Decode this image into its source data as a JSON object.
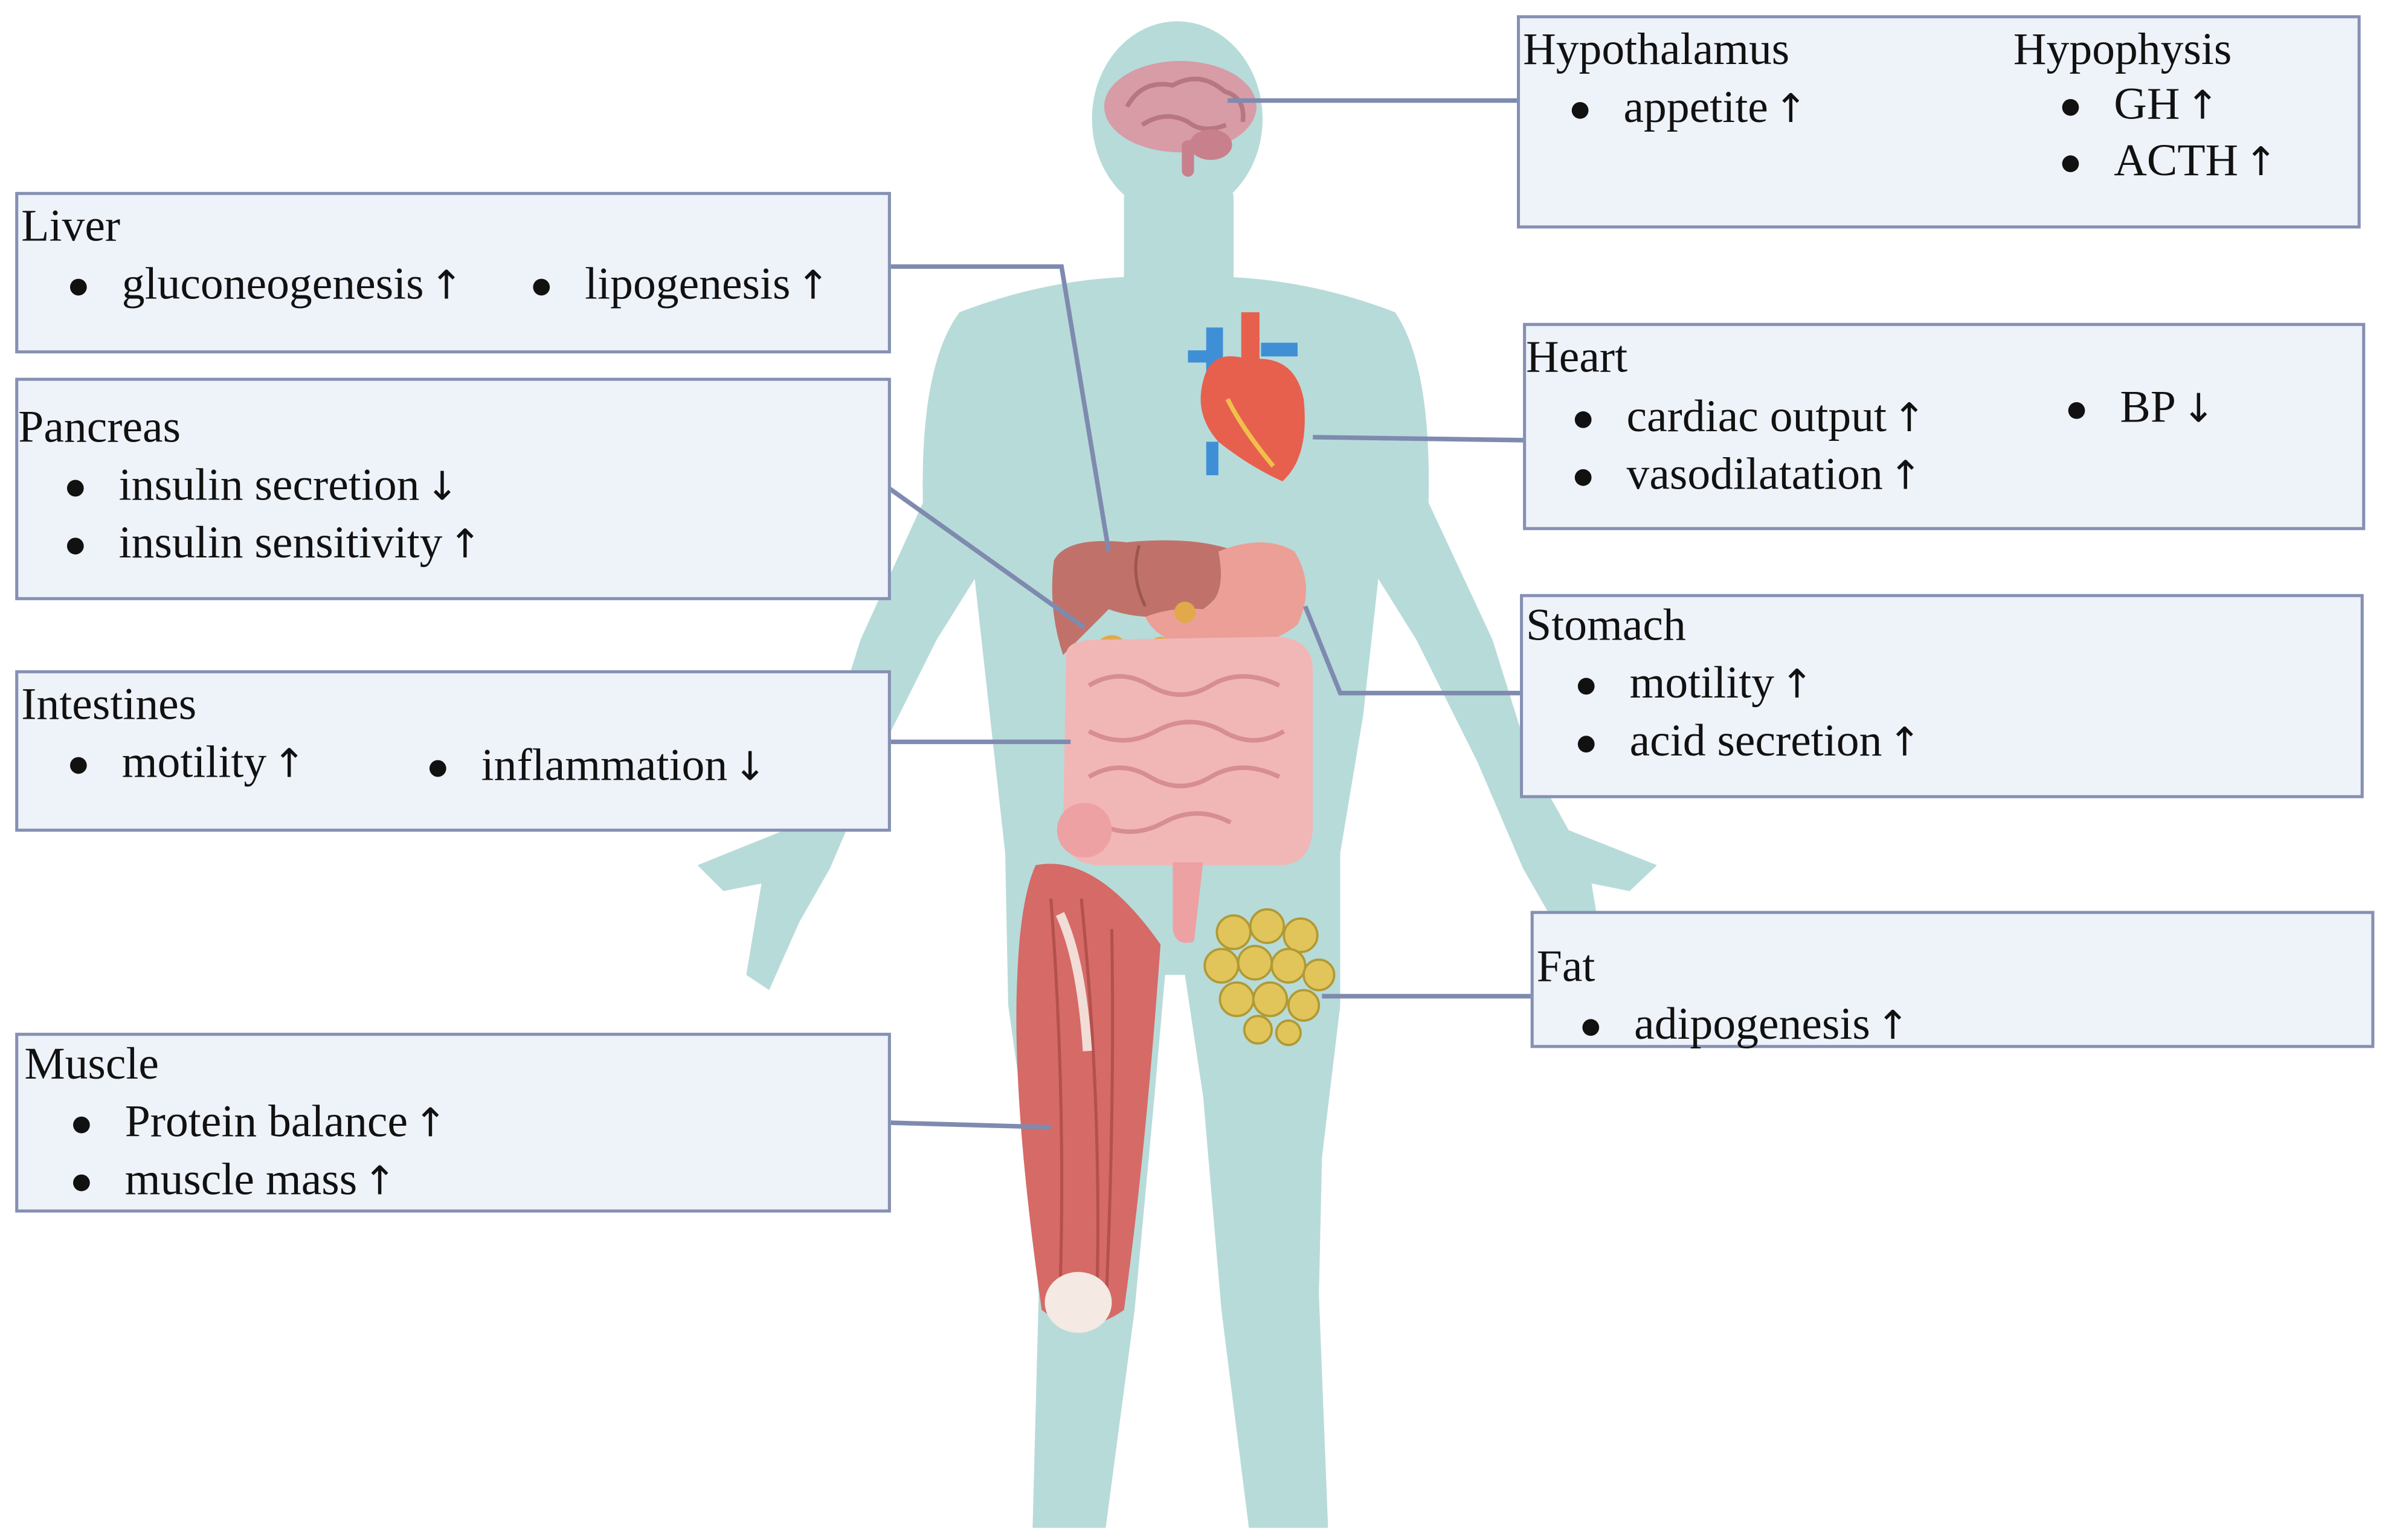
{
  "organs": {
    "hypothalamus": {
      "title": "Hypothalamus",
      "items": [
        {
          "text": "appetite",
          "arrow": "↑"
        }
      ]
    },
    "hypophysis": {
      "title": "Hypophysis",
      "items": [
        {
          "text": "GH",
          "arrow": "↑"
        },
        {
          "text": "ACTH",
          "arrow": "↑"
        }
      ]
    },
    "liver": {
      "title": "Liver",
      "items": [
        {
          "text": "gluconeogenesis",
          "arrow": "↑"
        },
        {
          "text": "lipogenesis",
          "arrow": "↑"
        }
      ]
    },
    "pancreas": {
      "title": "Pancreas",
      "items": [
        {
          "text": "insulin secretion",
          "arrow": "↓"
        },
        {
          "text": "insulin sensitivity",
          "arrow": "↑"
        }
      ]
    },
    "heart": {
      "title": "Heart",
      "items": [
        {
          "text": "cardiac output",
          "arrow": "↑"
        },
        {
          "text": "vasodilatation",
          "arrow": "↑"
        },
        {
          "text": "BP",
          "arrow": "↓"
        }
      ]
    },
    "stomach": {
      "title": "Stomach",
      "items": [
        {
          "text": "motility",
          "arrow": "↑"
        },
        {
          "text": "acid secretion",
          "arrow": "↑"
        }
      ]
    },
    "intestines": {
      "title": "Intestines",
      "items": [
        {
          "text": "motility",
          "arrow": "↑"
        },
        {
          "text": "inflammation",
          "arrow": "↓"
        }
      ]
    },
    "fat": {
      "title": "Fat",
      "items": [
        {
          "text": "adipogenesis",
          "arrow": "↑"
        }
      ]
    },
    "muscle": {
      "title": "Muscle",
      "items": [
        {
          "text": "Protein balance",
          "arrow": "↑"
        },
        {
          "text": "muscle mass",
          "arrow": "↑"
        }
      ]
    }
  },
  "colors": {
    "body_silhouette": "#b7dbd9",
    "box_fill": "#eef2f9",
    "box_border": "#8590b3",
    "connector": "#7f8aaf",
    "liver": "#c0726a",
    "stomach": "#eb9f96",
    "intestine": "#f1b7b7",
    "muscle": "#d56a67",
    "fat": "#e2c55a",
    "heart": "#e7604e",
    "vessel_blue": "#3f8fd6",
    "brain": "#d79ca6"
  },
  "icons": [
    "brain-icon",
    "heart-icon",
    "liver-icon",
    "pancreas-icon",
    "stomach-icon",
    "intestines-icon",
    "fat-icon",
    "muscle-icon"
  ]
}
